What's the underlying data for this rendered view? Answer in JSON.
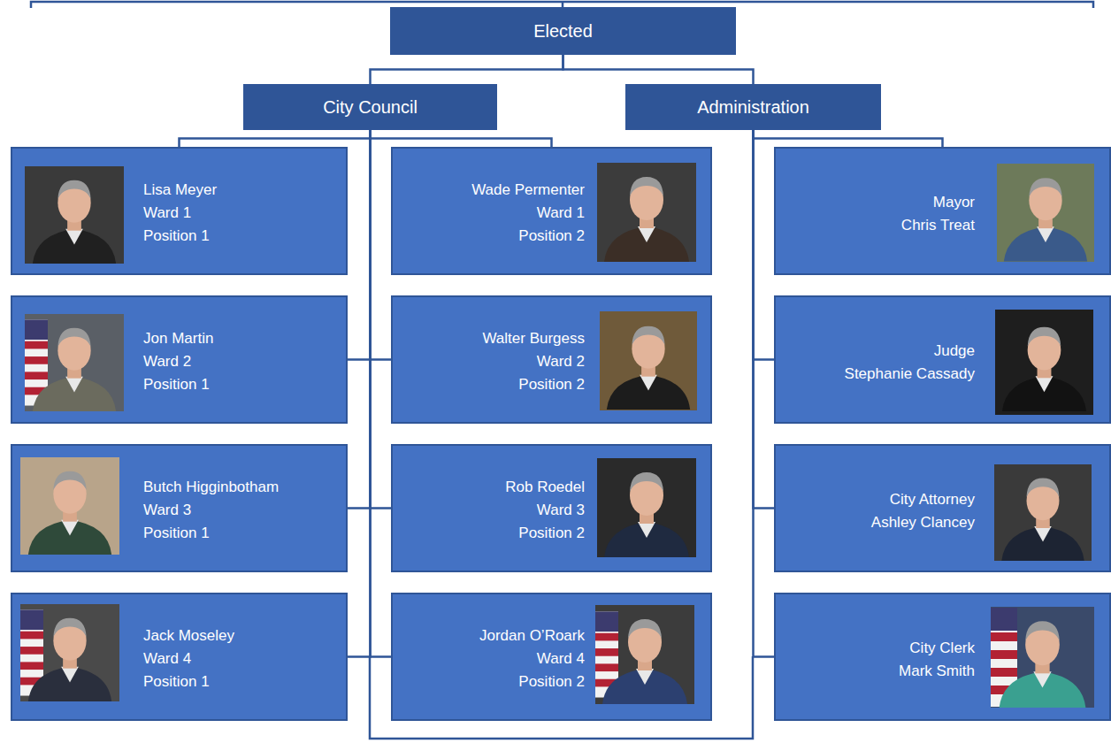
{
  "diagram": {
    "nodes": [
      {
        "text": [
          "Elected"
        ]
      },
      {
        "text": [
          "City Council"
        ]
      },
      {
        "text": [
          "Administration"
        ]
      },
      {
        "text": [
          "Lisa Meyer",
          "Ward 1",
          "Position 1"
        ]
      },
      {
        "text": [
          "Wade Permenter",
          "Ward 1",
          "Position 2"
        ]
      },
      {
        "text": [
          "Mayor",
          "Chris Treat"
        ]
      },
      {
        "text": [
          "Jon Martin",
          "Ward 2",
          "Position 1"
        ]
      },
      {
        "text": [
          "Walter Burgess",
          "Ward 2",
          "Position 2"
        ]
      },
      {
        "text": [
          "Judge",
          "Stephanie Cassady"
        ]
      },
      {
        "text": [
          "Butch Higginbotham",
          "Ward 3",
          "Position 1"
        ]
      },
      {
        "text": [
          "Rob Roedel",
          "Ward 3",
          "Position 2"
        ]
      },
      {
        "text": [
          "City Attorney",
          "Ashley Clancey"
        ]
      },
      {
        "text": [
          "Jack Moseley",
          "Ward 4",
          "Position 1"
        ]
      },
      {
        "text": [
          "Jordan O’Roark",
          "Ward 4",
          "Position 2"
        ]
      },
      {
        "text": [
          "City Clerk",
          "Mark Smith"
        ]
      }
    ],
    "edges": [
      {
        "from": 0,
        "to": 1,
        "arrow": "none"
      },
      {
        "from": 0,
        "to": 2,
        "arrow": "none"
      },
      {
        "from": 1,
        "to": 3,
        "arrow": "none"
      },
      {
        "from": 1,
        "to": 4,
        "arrow": "none"
      },
      {
        "from": 1,
        "to": 6,
        "arrow": "none"
      },
      {
        "from": 1,
        "to": 7,
        "arrow": "none"
      },
      {
        "from": 1,
        "to": 9,
        "arrow": "none"
      },
      {
        "from": 1,
        "to": 10,
        "arrow": "none"
      },
      {
        "from": 1,
        "to": 12,
        "arrow": "none"
      },
      {
        "from": 1,
        "to": 13,
        "arrow": "none"
      },
      {
        "from": 2,
        "to": 5,
        "arrow": "none"
      },
      {
        "from": 2,
        "to": 8,
        "arrow": "none"
      },
      {
        "from": 2,
        "to": 11,
        "arrow": "none"
      },
      {
        "from": 2,
        "to": 14,
        "arrow": "none"
      }
    ]
  }
}
